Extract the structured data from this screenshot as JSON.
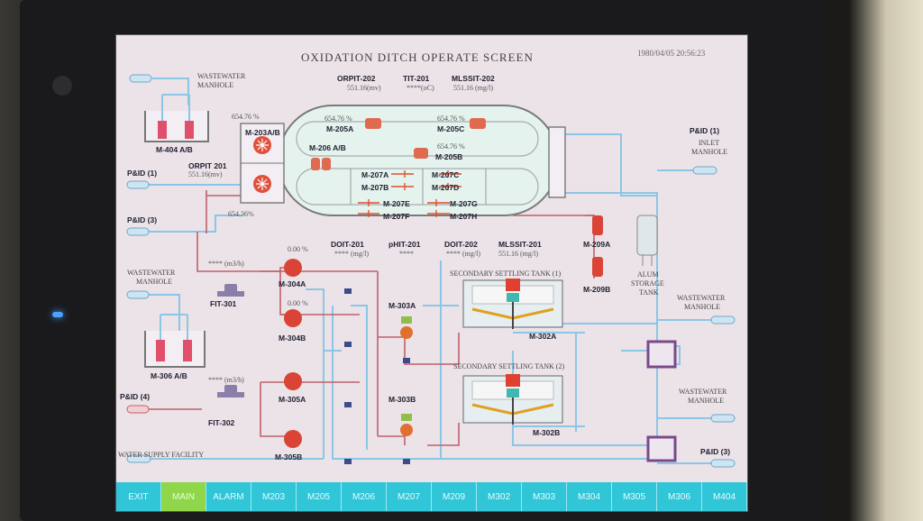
{
  "screen": {
    "title": "OXIDATION DITCH OPERATE SCREEN",
    "timestamp": "1980/04/05 20:56:23"
  },
  "labels": {
    "ww_manhole_top": "WASTEWATER",
    "ww_manhole_top2": "MANHOLE",
    "m404": "M-404 A/B",
    "pid1_left": "P&ID (1)",
    "orpit201": "ORPIT 201",
    "orpit201_val": "551.16(mv)",
    "pid3_left": "P&ID (3)",
    "m203": "M-203A/B",
    "pct_a": "654.76 %",
    "pct_b": "654.36%",
    "orpit202": "ORPIT-202",
    "orpit202_val": "551.16(mv)",
    "tit201": "TIT-201",
    "tit201_val": "****(oC)",
    "mlssit202": "MLSSIT-202",
    "mlssit202_val": "551.16 (mg/l)",
    "m205a": "M-205A",
    "m205a_pct": "654.76 %",
    "m205c": "M-205C",
    "m205c_pct": "654.76 %",
    "m206": "M-206 A/B",
    "m205b": "M-205B",
    "m205b_pct": "654.76 %",
    "m207a": "M-207A",
    "m207b": "M-207B",
    "m207c": "M-207C",
    "m207d": "M-207D",
    "m207e": "M-207E",
    "m207f": "M-207F",
    "m207g": "M-207G",
    "m207h": "M-207H",
    "pid1_right": "P&ID (1)",
    "inlet_manhole1": "INLET",
    "inlet_manhole2": "MANHOLE",
    "doit201": "DOIT-201",
    "doit201_val": "**** (mg/l)",
    "phit201": "pHIT-201",
    "phit201_val": "****",
    "doit202": "DOIT-202",
    "doit202_val": "**** (mg/l)",
    "mlssit201": "MLSSIT-201",
    "mlssit201_val": "551.16 (mg/l)",
    "m209a": "M-209A",
    "m209b": "M-209B",
    "alum1": "ALUM",
    "alum2": "STORAGE",
    "alum3": "TANK",
    "ww_manhole_mid": "WASTEWATER",
    "ww_manhole_mid2": "MANHOLE",
    "fit301_val": "**** (m3/h)",
    "fit301": "FIT-301",
    "m304a_pct": "0.00   %",
    "m304a": "M-304A",
    "m304b_pct": "0.00   %",
    "m304b": "M-304B",
    "m306": "M-306 A/B",
    "m303a": "M-303A",
    "sst1": "SECONDARY SETTLING TANK (1)",
    "m302a": "M-302A",
    "ww_manhole_r1": "WASTEWATER",
    "ww_manhole_r1b": "MANHOLE",
    "fit302_val": "**** (m3/h)",
    "fit302": "FIT-302",
    "pid4": "P&ID (4)",
    "m305a": "M-305A",
    "m303b": "M-303B",
    "sst2": "SECONDARY SETTLING TANK (2)",
    "ww_manhole_r2": "WASTEWATER",
    "ww_manhole_r2b": "MANHOLE",
    "m302b": "M-302B",
    "m305b": "M-305B",
    "water_supply": "WATER SUPPLY FACILITY",
    "pid3_right": "P&ID (3)"
  },
  "nav": [
    "EXIT",
    "MAIN",
    "ALARM",
    "M203",
    "M205",
    "M206",
    "M207",
    "M209",
    "M302",
    "M303",
    "M304",
    "M305",
    "M306",
    "M404"
  ],
  "nav_active": "MAIN",
  "colors": {
    "pipe_blue": "#8cc6e6",
    "pipe_red": "#c0606a",
    "pump": "#e0503c",
    "nav": "#30c6d8",
    "nav_active": "#8fd64a"
  }
}
